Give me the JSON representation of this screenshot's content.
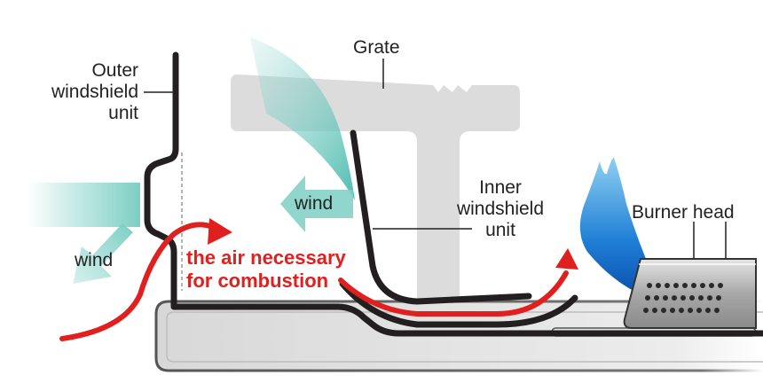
{
  "labels": {
    "outer_windshield": [
      "Outer",
      "windshield",
      "unit"
    ],
    "grate": "Grate",
    "inner_windshield": [
      "Inner",
      "windshield",
      "unit"
    ],
    "burner_head": "Burner head",
    "wind_left": "wind",
    "wind_top": "wind",
    "air_note": [
      "the air necessary",
      "for combustion"
    ]
  },
  "colors": {
    "wall": "#231f20",
    "grate": "#dcdcdc",
    "wind": "#7ccfc4",
    "air_arrow": "#e0201e",
    "flame": "#1f7fd6",
    "burner": "#a8a8a8"
  }
}
